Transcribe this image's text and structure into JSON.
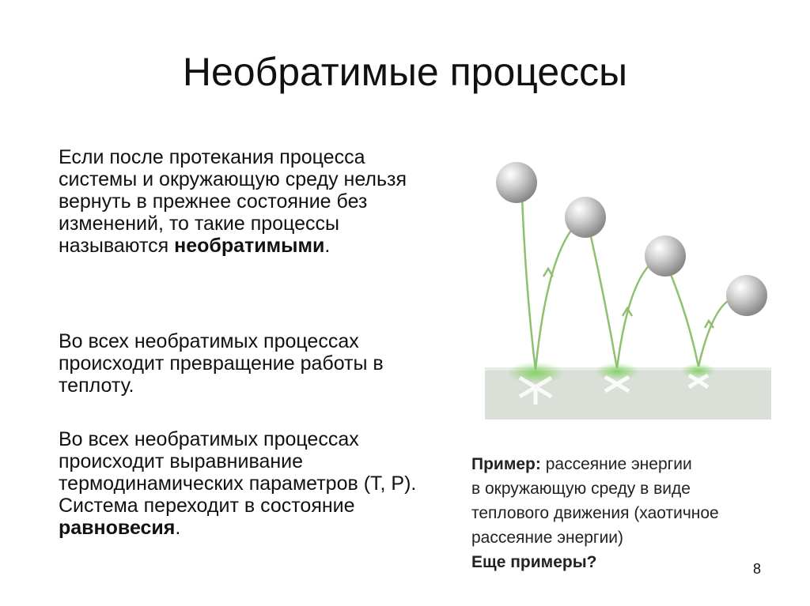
{
  "slide": {
    "title": "Необратимые процессы",
    "p1": {
      "text": "Если после протекания процесса системы и окружающую среду нельзя вернуть в прежнее состояние без изменений, то такие процессы называются ",
      "bold": "необратимыми",
      "end": "."
    },
    "p2": "Во всех необратимых процессах происходит превращение работы в теплоту.",
    "p3": {
      "text": "Во всех необратимых процессах происходит выравнивание термодинамических параметров (Т, Р). Система переходит в состояние ",
      "bold": "равновесия",
      "end": "."
    },
    "example": {
      "label": "Пример:",
      "lines": [
        " рассеяние энергии",
        "в окружающую среду в виде",
        "теплового движения (хаотичное",
        "рассеяние энергии)"
      ],
      "more": "Еще примеры?"
    },
    "page_number": "8"
  },
  "illustration": {
    "balls": 4,
    "colors": {
      "ball": "#c8c8c8",
      "trail": "#8fc070",
      "ground": "#d8ddd6"
    }
  }
}
